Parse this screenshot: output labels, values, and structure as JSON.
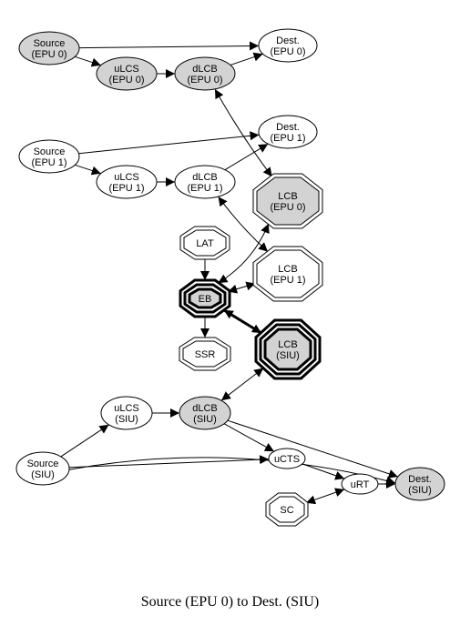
{
  "caption": "Source (EPU 0) to Dest. (SIU)",
  "colors": {
    "filled": "#d3d3d3",
    "stroke": "#000000",
    "background": "#ffffff"
  },
  "nodes": {
    "src_epu0": {
      "lines": [
        "Source",
        "(EPU 0)"
      ],
      "shape": "ellipse",
      "filled": true
    },
    "dest_epu0": {
      "lines": [
        "Dest.",
        "(EPU 0)"
      ],
      "shape": "ellipse",
      "filled": false
    },
    "ulcs_epu0": {
      "lines": [
        "uLCS",
        "(EPU 0)"
      ],
      "shape": "ellipse",
      "filled": true
    },
    "dlcb_epu0": {
      "lines": [
        "dLCB",
        "(EPU 0)"
      ],
      "shape": "ellipse",
      "filled": true
    },
    "src_epu1": {
      "lines": [
        "Source",
        "(EPU 1)"
      ],
      "shape": "ellipse",
      "filled": false
    },
    "dest_epu1": {
      "lines": [
        "Dest.",
        "(EPU 1)"
      ],
      "shape": "ellipse",
      "filled": false
    },
    "ulcs_epu1": {
      "lines": [
        "uLCS",
        "(EPU 1)"
      ],
      "shape": "ellipse",
      "filled": false
    },
    "dlcb_epu1": {
      "lines": [
        "dLCB",
        "(EPU 1)"
      ],
      "shape": "ellipse",
      "filled": false
    },
    "lcb_epu0": {
      "lines": [
        "LCB",
        "(EPU 0)"
      ],
      "shape": "double-octagon",
      "filled": true
    },
    "lat": {
      "lines": [
        "LAT"
      ],
      "shape": "double-octagon",
      "filled": false
    },
    "lcb_epu1": {
      "lines": [
        "LCB",
        "(EPU 1)"
      ],
      "shape": "double-octagon",
      "filled": false
    },
    "eb": {
      "lines": [
        "EB"
      ],
      "shape": "triple-octagon",
      "filled": true
    },
    "ssr": {
      "lines": [
        "SSR"
      ],
      "shape": "double-octagon",
      "filled": false
    },
    "lcb_siu": {
      "lines": [
        "LCB",
        "(SIU)"
      ],
      "shape": "triple-octagon",
      "filled": true
    },
    "ulcs_siu": {
      "lines": [
        "uLCS",
        "(SIU)"
      ],
      "shape": "ellipse",
      "filled": false
    },
    "dlcb_siu": {
      "lines": [
        "dLCB",
        "(SIU)"
      ],
      "shape": "ellipse",
      "filled": true
    },
    "src_siu": {
      "lines": [
        "Source",
        "(SIU)"
      ],
      "shape": "ellipse",
      "filled": false
    },
    "ucts": {
      "lines": [
        "uCTS"
      ],
      "shape": "ellipse",
      "filled": false
    },
    "urt": {
      "lines": [
        "uRT"
      ],
      "shape": "ellipse",
      "filled": false
    },
    "dest_siu": {
      "lines": [
        "Dest.",
        "(SIU)"
      ],
      "shape": "ellipse",
      "filled": true
    },
    "sc": {
      "lines": [
        "SC"
      ],
      "shape": "double-octagon",
      "filled": false
    }
  },
  "edges": [
    {
      "from": "src_epu0",
      "to": "dest_epu0",
      "bidirectional": false,
      "bold": false
    },
    {
      "from": "src_epu0",
      "to": "ulcs_epu0",
      "bidirectional": false,
      "bold": false
    },
    {
      "from": "ulcs_epu0",
      "to": "dlcb_epu0",
      "bidirectional": false,
      "bold": false
    },
    {
      "from": "dlcb_epu0",
      "to": "dest_epu0",
      "bidirectional": false,
      "bold": false
    },
    {
      "from": "dlcb_epu0",
      "to": "lcb_epu0",
      "bidirectional": true,
      "bold": false
    },
    {
      "from": "src_epu1",
      "to": "dest_epu1",
      "bidirectional": false,
      "bold": false
    },
    {
      "from": "src_epu1",
      "to": "ulcs_epu1",
      "bidirectional": false,
      "bold": false
    },
    {
      "from": "ulcs_epu1",
      "to": "dlcb_epu1",
      "bidirectional": false,
      "bold": false
    },
    {
      "from": "dlcb_epu1",
      "to": "dest_epu1",
      "bidirectional": false,
      "bold": false
    },
    {
      "from": "dlcb_epu1",
      "to": "lcb_epu1",
      "bidirectional": true,
      "bold": false
    },
    {
      "from": "lat",
      "to": "eb",
      "bidirectional": false,
      "bold": false
    },
    {
      "from": "eb",
      "to": "ssr",
      "bidirectional": false,
      "bold": false
    },
    {
      "from": "eb",
      "to": "lcb_epu0",
      "bidirectional": true,
      "bold": false
    },
    {
      "from": "eb",
      "to": "lcb_epu1",
      "bidirectional": true,
      "bold": false
    },
    {
      "from": "eb",
      "to": "lcb_siu",
      "bidirectional": true,
      "bold": true
    },
    {
      "from": "dlcb_siu",
      "to": "lcb_siu",
      "bidirectional": true,
      "bold": false
    },
    {
      "from": "ulcs_siu",
      "to": "dlcb_siu",
      "bidirectional": false,
      "bold": false
    },
    {
      "from": "src_siu",
      "to": "ulcs_siu",
      "bidirectional": false,
      "bold": false
    },
    {
      "from": "src_siu",
      "to": "ucts",
      "bidirectional": false,
      "bold": false
    },
    {
      "from": "src_siu",
      "to": "dest_siu",
      "bidirectional": false,
      "bold": false
    },
    {
      "from": "dlcb_siu",
      "to": "ucts",
      "bidirectional": false,
      "bold": false
    },
    {
      "from": "dlcb_siu",
      "to": "dest_siu",
      "bidirectional": false,
      "bold": false
    },
    {
      "from": "ucts",
      "to": "urt",
      "bidirectional": false,
      "bold": false
    },
    {
      "from": "urt",
      "to": "dest_siu",
      "bidirectional": false,
      "bold": false
    },
    {
      "from": "sc",
      "to": "urt",
      "bidirectional": true,
      "bold": false
    }
  ]
}
